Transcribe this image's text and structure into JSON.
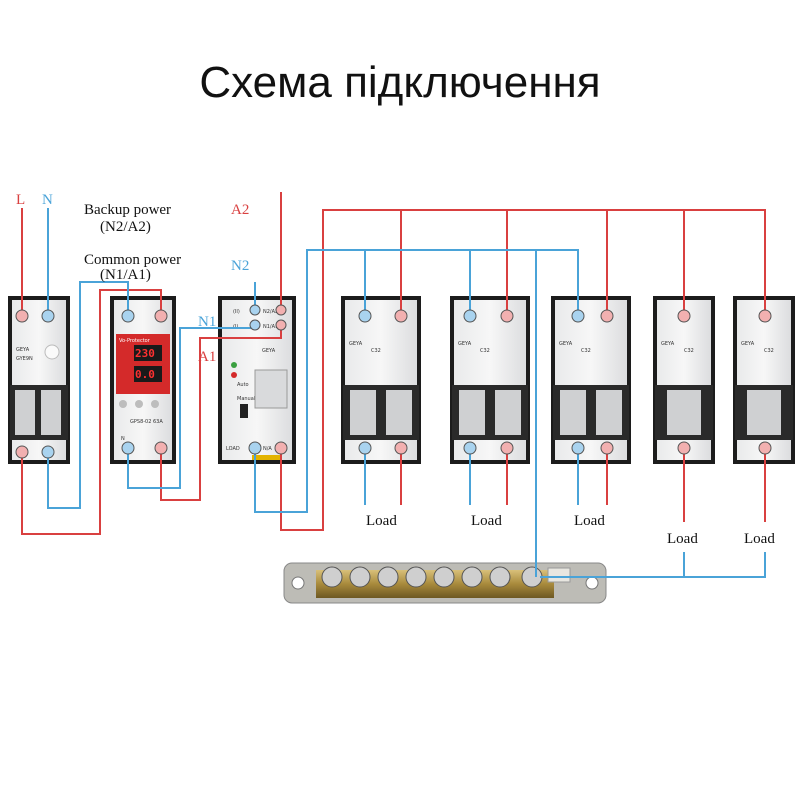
{
  "title": "Схема підключення",
  "labels": {
    "L": "L",
    "N": "N",
    "backup_power": "Backup power",
    "backup_power_sub": "(N2/A2)",
    "common_power": "Common power",
    "common_power_sub": "(N1/A1)",
    "A2": "A2",
    "N2": "N2",
    "N1": "N1",
    "A1": "A1",
    "load": "Load"
  },
  "devices": {
    "rcbo": {
      "brand": "GEYA",
      "model": "GYE9N"
    },
    "protector": {
      "header": "Vo-Protector",
      "reading_top": "230",
      "reading_bottom": "0.0",
      "model": "GPS8-02 63A",
      "term_n": "N"
    },
    "ats": {
      "brand": "GEYA",
      "term_ii": "(II)",
      "term_i": "(I)",
      "n2a2": "N2/A2",
      "n1a1": "N1/A1",
      "load": "LOAD",
      "na": "N/A",
      "auto": "Auto",
      "manual": "Manual"
    },
    "breaker_2p": {
      "brand": "GEYA",
      "rating": "C32"
    },
    "breaker_1p": {
      "brand": "GEYA",
      "rating": "C32"
    }
  },
  "colors": {
    "live": "#d94040",
    "neutral": "#4aa3d8"
  }
}
